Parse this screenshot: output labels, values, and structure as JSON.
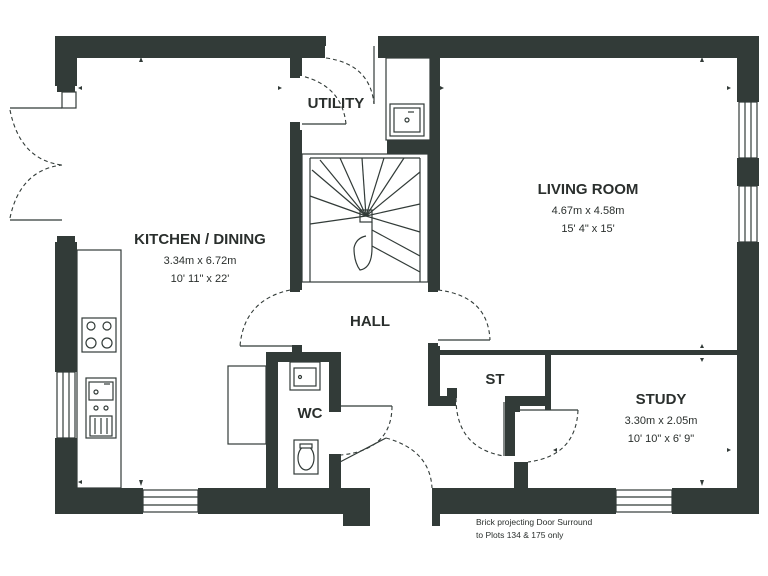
{
  "rooms": {
    "kitchen": {
      "name": "KITCHEN / DINING",
      "metric": "3.34m x 6.72m",
      "imperial": "10' 11\" x 22'"
    },
    "utility": {
      "name": "UTILITY"
    },
    "living": {
      "name": "LIVING ROOM",
      "metric": "4.67m x 4.58m",
      "imperial": "15' 4\" x 15'"
    },
    "hall": {
      "name": "HALL"
    },
    "wc": {
      "name": "WC"
    },
    "store": {
      "name": "ST"
    },
    "study": {
      "name": "STUDY",
      "metric": "3.30m x 2.05m",
      "imperial": "10' 10\" x 6' 9\""
    }
  },
  "note": {
    "line1": "Brick projecting Door Surround",
    "line2": "to Plots 134 & 175 only"
  },
  "colors": {
    "wall": "#323b38",
    "background": "#ffffff",
    "text": "#2a2f2d"
  }
}
